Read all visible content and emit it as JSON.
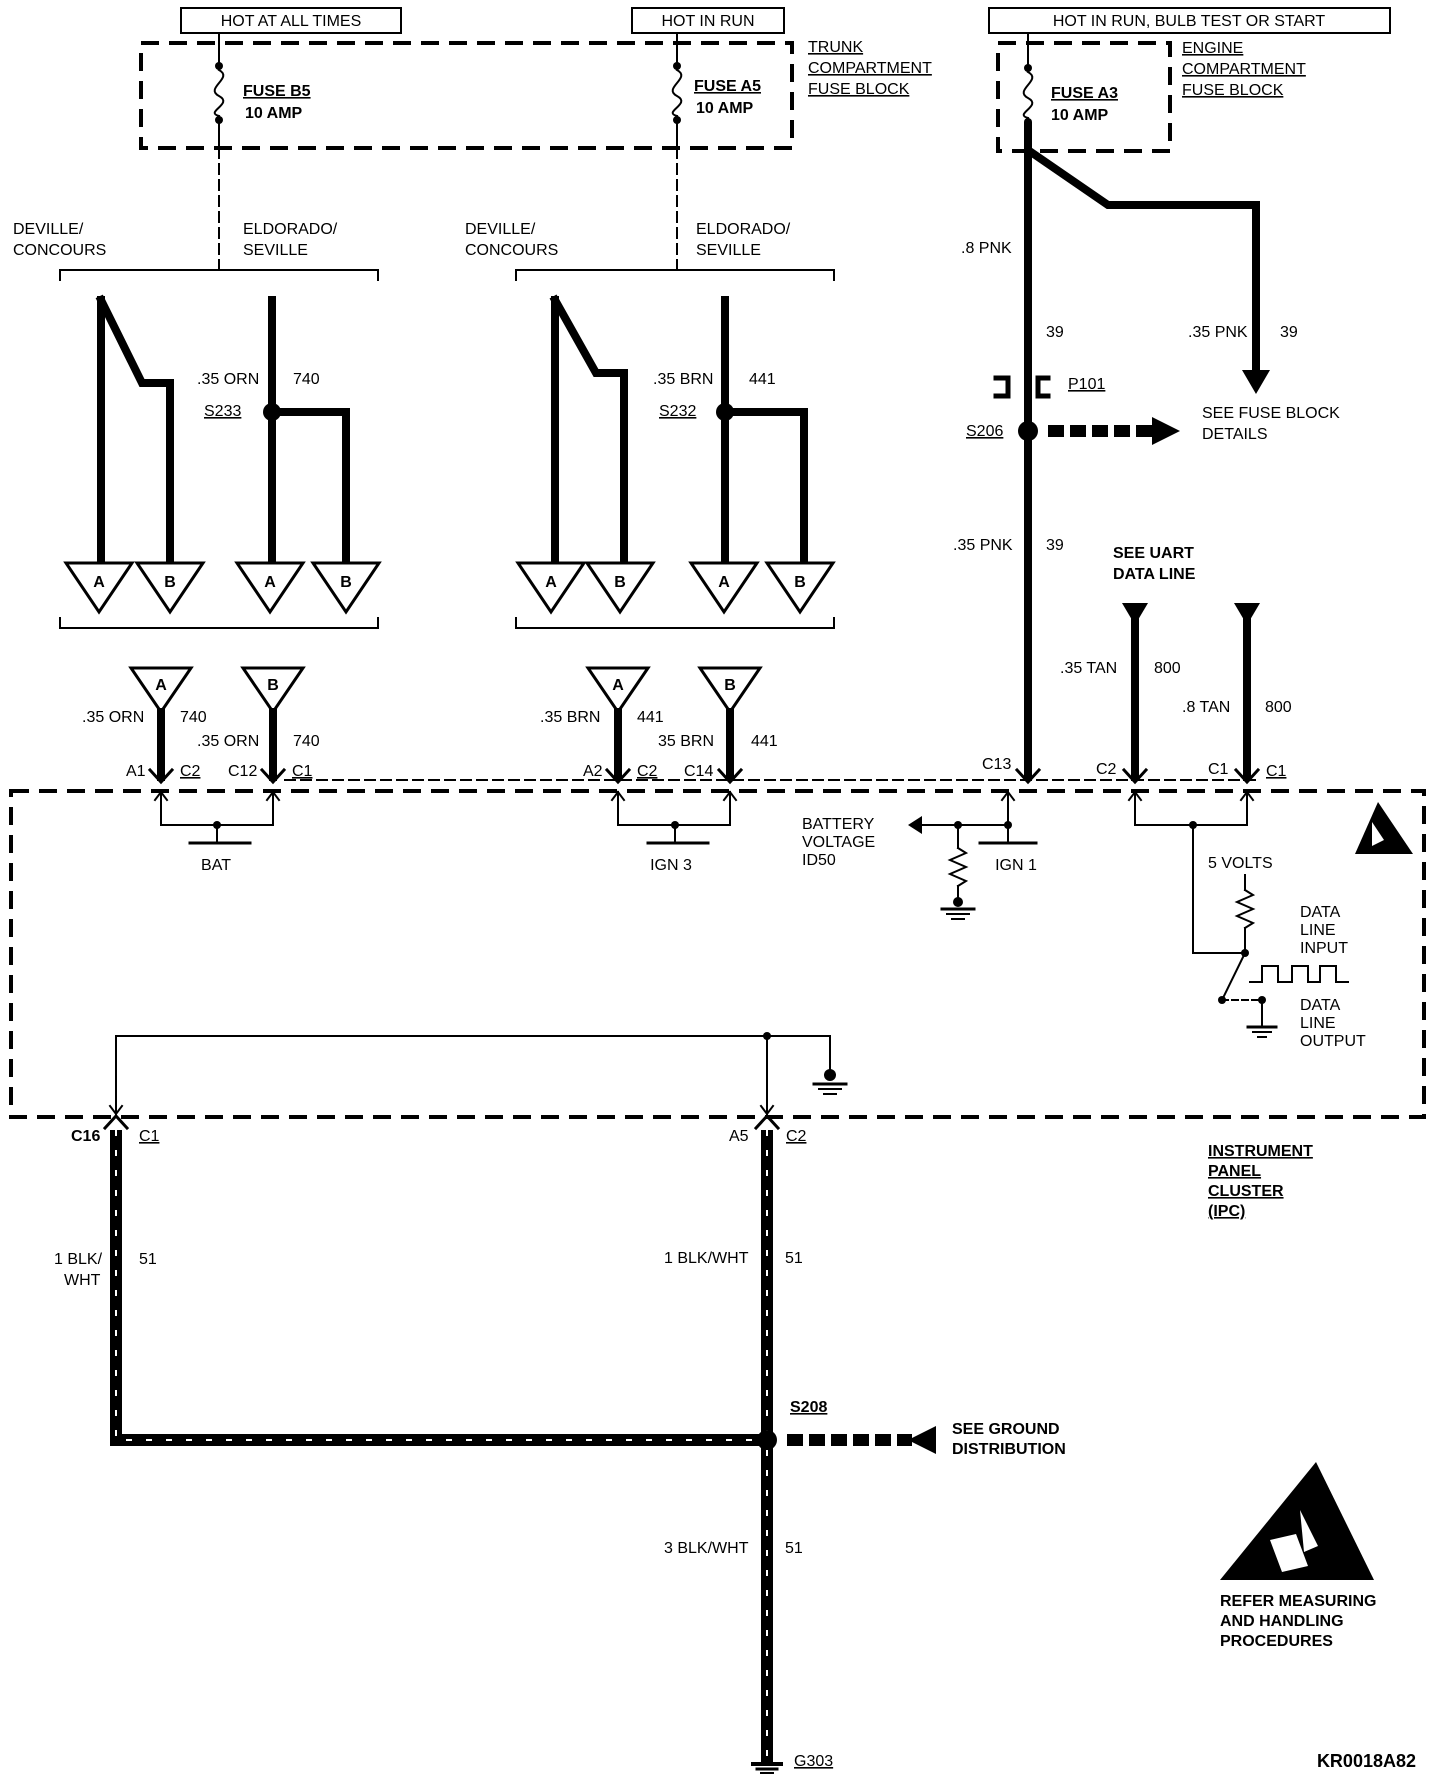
{
  "labels": {
    "hot_at_all_times": "HOT AT ALL TIMES",
    "hot_in_run": "HOT IN RUN",
    "hot_in_run_bulb": "HOT IN RUN, BULB TEST OR START",
    "trunk_1": "TRUNK",
    "trunk_2": "COMPARTMENT",
    "trunk_3": "FUSE BLOCK",
    "engine_1": "ENGINE",
    "engine_2": "COMPARTMENT",
    "engine_3": "FUSE BLOCK",
    "fuse_b5": "FUSE B5",
    "fuse_a5": "FUSE A5",
    "fuse_a3": "FUSE A3",
    "amp10": "10 AMP",
    "deville_1": "DEVILLE/",
    "deville_2": "CONCOURS",
    "eldorado_1": "ELDORADO/",
    "eldorado_2": "SEVILLE",
    "orn35": ".35 ORN",
    "orn35b": ".35 ORN",
    "w740": "740",
    "s233": "S233",
    "brn35": ".35 BRN",
    "brn35b": "35 BRN",
    "w441": "441",
    "s232": "S232",
    "pnk8": ".8 PNK",
    "pnk35": ".35 PNK",
    "w39": "39",
    "p101": "P101",
    "s206": "S206",
    "see_fuse_1": "SEE FUSE BLOCK",
    "see_fuse_2": "DETAILS",
    "see_uart_1": "SEE UART",
    "see_uart_2": "DATA LINE",
    "tan35": ".35 TAN",
    "tan8": ".8 TAN",
    "w800": "800",
    "tri_a": "A",
    "tri_b": "B",
    "a1": "A1",
    "a2": "A2",
    "c1": "C1",
    "c2": "C2",
    "c12": "C12",
    "c13": "C13",
    "c14": "C14",
    "c16": "C16",
    "a5": "A5",
    "bat": "BAT",
    "ign3": "IGN 3",
    "ign1": "IGN 1",
    "batv_1": "BATTERY",
    "batv_2": "VOLTAGE",
    "batv_3": "ID50",
    "volts5": "5 VOLTS",
    "dli_1": "DATA",
    "dli_2": "LINE",
    "dli_3": "INPUT",
    "dlo_1": "DATA",
    "dlo_2": "LINE",
    "dlo_3": "OUTPUT",
    "ipc_1": "INSTRUMENT",
    "ipc_2": "PANEL",
    "ipc_3": "CLUSTER",
    "ipc_4": "(IPC)",
    "blk1_1": "1 BLK/",
    "blk1_2": "WHT",
    "blkwht1": "1 BLK/WHT",
    "blkwht3": "3 BLK/WHT",
    "w51": "51",
    "s208": "S208",
    "see_gnd_1": "SEE GROUND",
    "see_gnd_2": "DISTRIBUTION",
    "g303": "G303",
    "refer_1": "REFER MEASURING",
    "refer_2": "AND HANDLING",
    "refer_3": "PROCEDURES",
    "code": "KR0018A82"
  },
  "icons": [
    "esd-warning-icon",
    "ground-symbol-icon",
    "fuse-icon",
    "resistor-icon",
    "connector-terminal-icon",
    "square-wave-icon"
  ]
}
